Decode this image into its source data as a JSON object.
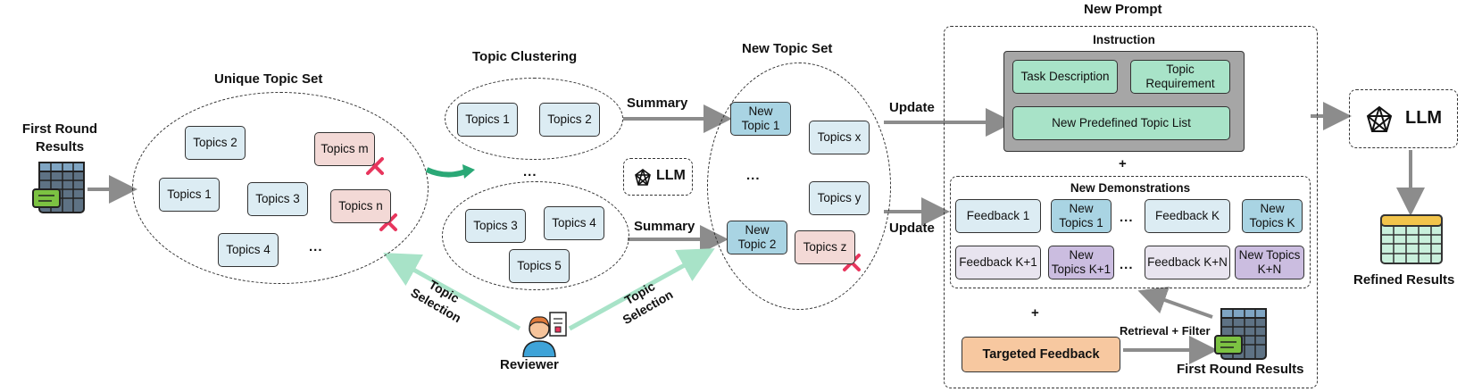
{
  "first_round_results": "First Round Results",
  "unique_topic_set": {
    "title": "Unique Topic Set",
    "topics": [
      "Topics 2",
      "Topics m",
      "Topics 1",
      "Topics 3",
      "Topics n",
      "Topics 4"
    ],
    "ellipsis": "..."
  },
  "topic_clustering": {
    "title": "Topic Clustering",
    "cluster1": [
      "Topics 1",
      "Topics 2"
    ],
    "cluster2": [
      "Topics 3",
      "Topics 4",
      "Topics 5"
    ],
    "ellipsis": "...",
    "llm": "LLM"
  },
  "summary_labels": [
    "Summary",
    "Summary"
  ],
  "new_topic_set": {
    "title": "New Topic Set",
    "topics": [
      "New Topic 1",
      "Topics x",
      "Topics y",
      "New Topic 2",
      "Topics z"
    ],
    "ellipsis": "..."
  },
  "update_labels": [
    "Update",
    "Update"
  ],
  "new_prompt": {
    "title": "New Prompt",
    "instruction": {
      "title": "Instruction",
      "task_description": "Task Description",
      "topic_requirement": "Topic Requirement",
      "predefined_list": "New Predefined Topic List"
    },
    "plus": "+",
    "demonstrations": {
      "title": "New Demonstrations",
      "row1": [
        "Feedback 1",
        "New Topics 1",
        "...",
        "Feedback K",
        "New Topics K"
      ],
      "row2": [
        "Feedback K+1",
        "New Topics K+1",
        "...",
        "Feedback K+N",
        "New Topics K+N"
      ]
    },
    "plus2": "+",
    "targeted_feedback": "Targeted Feedback",
    "retrieval_filter": "Retrieval + Filter",
    "first_round_results": "First Round Results"
  },
  "llm_right": "LLM",
  "refined_results": "Refined Results",
  "reviewer": {
    "label": "Reviewer",
    "topic_selection_left": "Topic Selection",
    "topic_selection_right": "Topic Selection"
  },
  "colors": {
    "topic_box": "#dcecf3",
    "removed_topic": "#f3d9d6",
    "new_topic": "#a9d4e3",
    "instruction_item": "#a8e3c8",
    "feedback": "#e8e4ef",
    "new_topics_k": "#cbbde0",
    "targeted_feedback": "#f7c8a0",
    "arrow_gray": "#8c8c8c",
    "arrow_green": "#a8e3c8",
    "cross": "#e8365d"
  }
}
